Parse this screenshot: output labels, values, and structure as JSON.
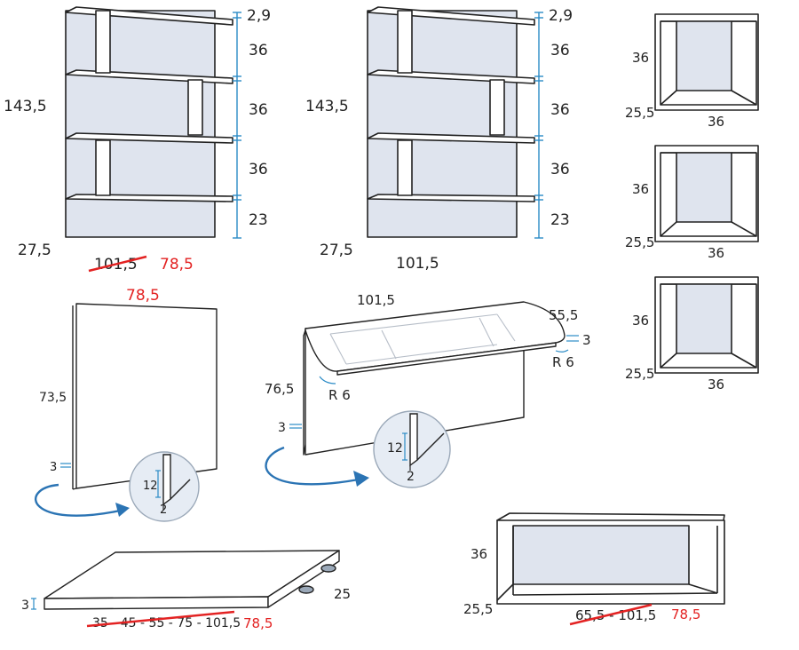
{
  "colors": {
    "panel_fill": "#dfe4ee",
    "outline": "#222222",
    "dimension_line": "#2b8bc6",
    "arrow": "#2b74b4",
    "detail_circle_fill": "#e6ecf4",
    "strike": "#e32222",
    "new_value": "#e32222"
  },
  "bookcase_left": {
    "height": "143,5",
    "depth": "27,5",
    "width_old": "101,5",
    "width_new": "78,5",
    "top_gap": "2,9",
    "shelf_spacing": [
      "36",
      "36",
      "36"
    ],
    "bottom_gap": "23"
  },
  "bookcase_right": {
    "height": "143,5",
    "depth": "27,5",
    "width": "101,5",
    "top_gap": "2,9",
    "shelf_spacing": [
      "36",
      "36",
      "36"
    ],
    "bottom_gap": "23"
  },
  "cubes": [
    {
      "height": "36",
      "depth": "25,5",
      "width": "36"
    },
    {
      "height": "36",
      "depth": "25,5",
      "width": "36"
    },
    {
      "height": "36",
      "depth": "25,5",
      "width": "36"
    }
  ],
  "wall_panel": {
    "width": "78,5",
    "height": "73,5",
    "thickness": "3",
    "detail_groove": "12",
    "detail_width": "2"
  },
  "desk": {
    "width": "101,5",
    "depth": "55,5",
    "thickness": "3",
    "radius_right": "R 6",
    "radius_left": "R 6",
    "height": "76,5",
    "panel_thickness": "3",
    "detail_groove": "12",
    "detail_width": "2"
  },
  "shelf_board": {
    "thickness": "3",
    "depth": "25",
    "lengths_old": "35 - 45 - 55 - 75 - 101,5",
    "length_new": "78,5"
  },
  "wide_cube": {
    "height": "36",
    "depth": "25,5",
    "width_old": "65,5 - 101,5",
    "width_new": "78,5"
  }
}
